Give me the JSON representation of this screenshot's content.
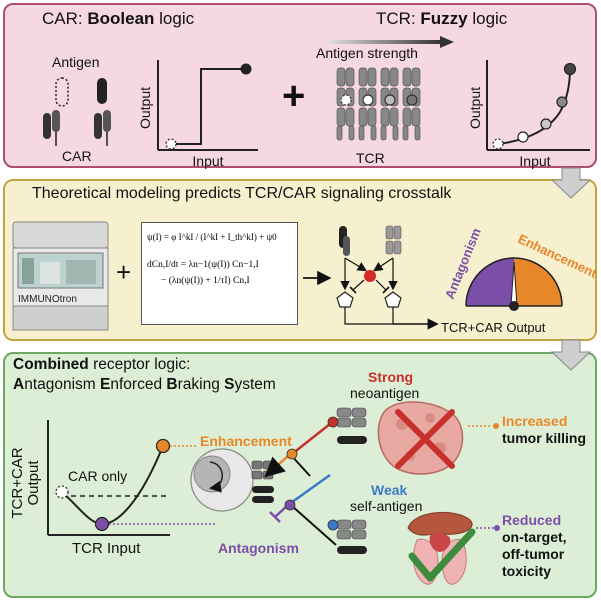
{
  "panel1": {
    "car_title_plain": "CAR: ",
    "car_title_bold": "Boolean",
    "car_title_tail": " logic",
    "tcr_title_plain": "TCR: ",
    "tcr_title_bold": "Fuzzy",
    "tcr_title_tail": " logic",
    "antigen_label": "Antigen",
    "car_label": "CAR",
    "output_label": "Output",
    "input_label": "Input",
    "antigen_strength_label": "Antigen strength",
    "tcr_label": "TCR",
    "output_label_2": "Output",
    "input_label_2": "Input",
    "plus_sign": "+"
  },
  "panel2": {
    "title": "Theoretical modeling predicts TCR/CAR signaling crosstalk",
    "instrument_label": "IMMUNOtron",
    "plus_sign": "+",
    "eq_line1": "ψ(I) = φ I^kI / (I^kI + I_th^kI) + ψ0",
    "eq_line2": "dCn,I/dt = λn−1(ψ(I)) Cn−1,I",
    "eq_line3": "− (λn(ψ(I)) + 1/τI) Cn,I",
    "gauge_left": "Antagonism",
    "gauge_right": "Enhancement",
    "output_label": "TCR+CAR Output"
  },
  "panel3": {
    "title_bold": "Combined",
    "title_tail": " receptor logic:",
    "aebs": [
      {
        "initial": "A",
        "rest": "ntagonism "
      },
      {
        "initial": "E",
        "rest": "nforced "
      },
      {
        "initial": "B",
        "rest": "raking "
      },
      {
        "initial": "S",
        "rest": "ystem"
      }
    ],
    "y_label_1": "TCR+CAR",
    "y_label_2": "Output",
    "car_only_label": "CAR only",
    "x_label": "TCR Input",
    "enhancement_label": "Enhancement",
    "antagonism_label": "Antagonism",
    "strong_label": "Strong",
    "neoantigen_label": "neoantigen",
    "weak_label": "Weak",
    "self_antigen_label": "self-antigen",
    "increased_label": "Increased",
    "tumor_killing_label": "tumor killing",
    "reduced_label": "Reduced",
    "off_target_lines": [
      "on-target,",
      "off-tumor",
      "toxicity"
    ]
  },
  "colors": {
    "panel1_bg": "#f6d8e2",
    "panel2_bg": "#f7f0cf",
    "panel3_bg": "#dcefd6",
    "antagonism": "#7b4fa8",
    "enhancement": "#e8872a",
    "strong": "#c8302c",
    "weak": "#3a7bc8"
  }
}
